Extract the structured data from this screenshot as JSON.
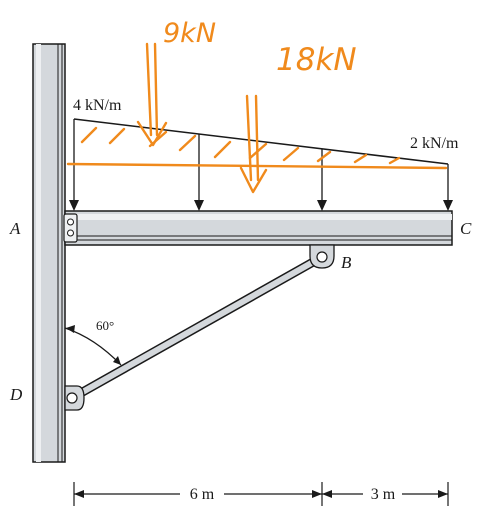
{
  "labels": {
    "point_a": "A",
    "point_b": "B",
    "point_c": "C",
    "point_d": "D",
    "load_left": "4 kN/m",
    "load_right": "2 kN/m",
    "angle": "60°",
    "dim_left": "6 m",
    "dim_right": "3 m"
  },
  "annotations": {
    "resultant_1": "9kN",
    "resultant_2": "18kN"
  },
  "colors": {
    "ink": "#1a1a1a",
    "steel": "#d4d8dc",
    "steel_dark": "#9aa0a6",
    "annotation": "#f08a1c"
  }
}
